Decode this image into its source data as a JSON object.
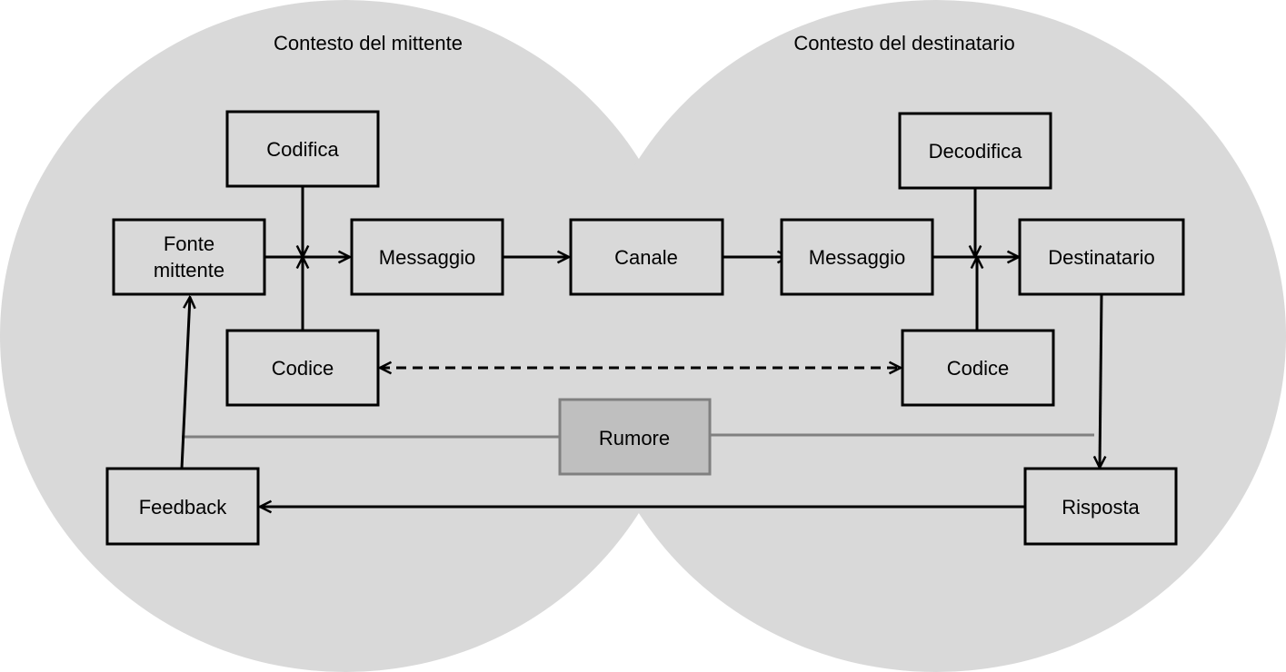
{
  "contexts": {
    "sender_title": "Contesto del mittente",
    "receiver_title": "Contesto del destinatario"
  },
  "nodes": {
    "codifica": "Codifica",
    "fonte_line1": "Fonte",
    "fonte_line2": "mittente",
    "messaggio_sender": "Messaggio",
    "canale": "Canale",
    "messaggio_receiver": "Messaggio",
    "decodifica": "Decodifica",
    "destinatario": "Destinatario",
    "codice_sender": "Codice",
    "codice_receiver": "Codice",
    "rumore": "Rumore",
    "feedback": "Feedback",
    "risposta": "Risposta"
  },
  "colors": {
    "context_fill": "#d9d9d9",
    "noise_fill": "#bfbfbf",
    "noise_stroke": "#808080",
    "stroke": "#000000"
  }
}
